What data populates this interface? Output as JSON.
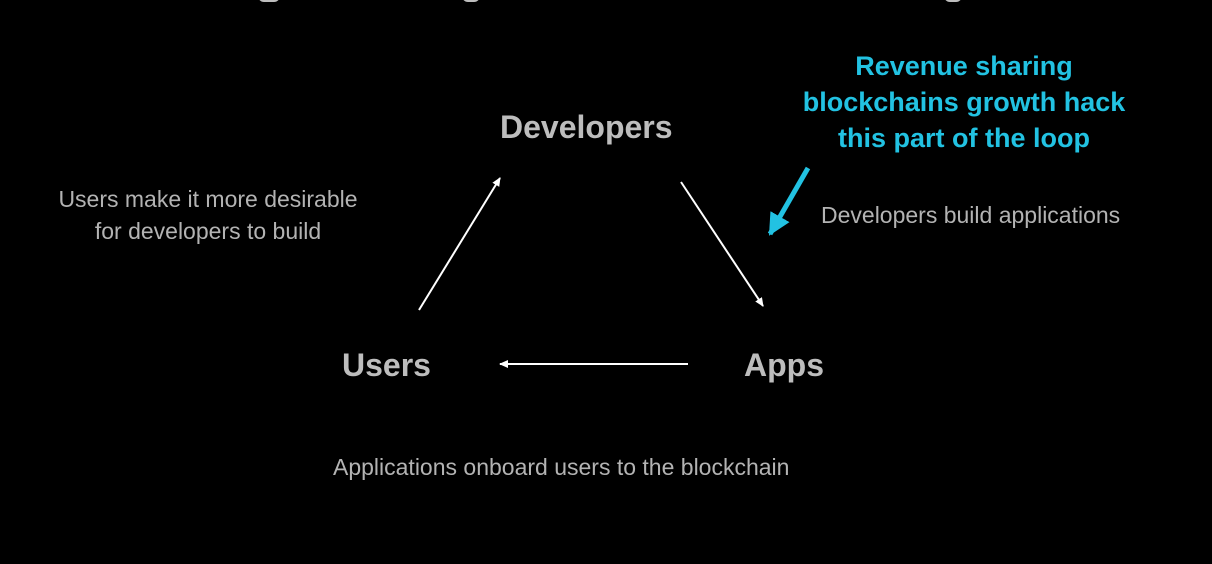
{
  "diagram": {
    "nodes": {
      "developers": "Developers",
      "apps": "Apps",
      "users": "Users"
    },
    "captions": {
      "users_to_developers": [
        "Users make it more desirable",
        "for developers to build"
      ],
      "developers_to_apps": "Developers build applications",
      "apps_to_users": "Applications onboard users to the blockchain"
    },
    "callout": {
      "lines": [
        "Revenue sharing",
        "blockchains growth hack",
        "this part of the loop"
      ],
      "color": "#22c2e2"
    },
    "colors": {
      "background": "#000000",
      "node_text": "#bdbdbd",
      "caption_text": "#b3b3b3",
      "arrow": "#ffffff"
    }
  }
}
